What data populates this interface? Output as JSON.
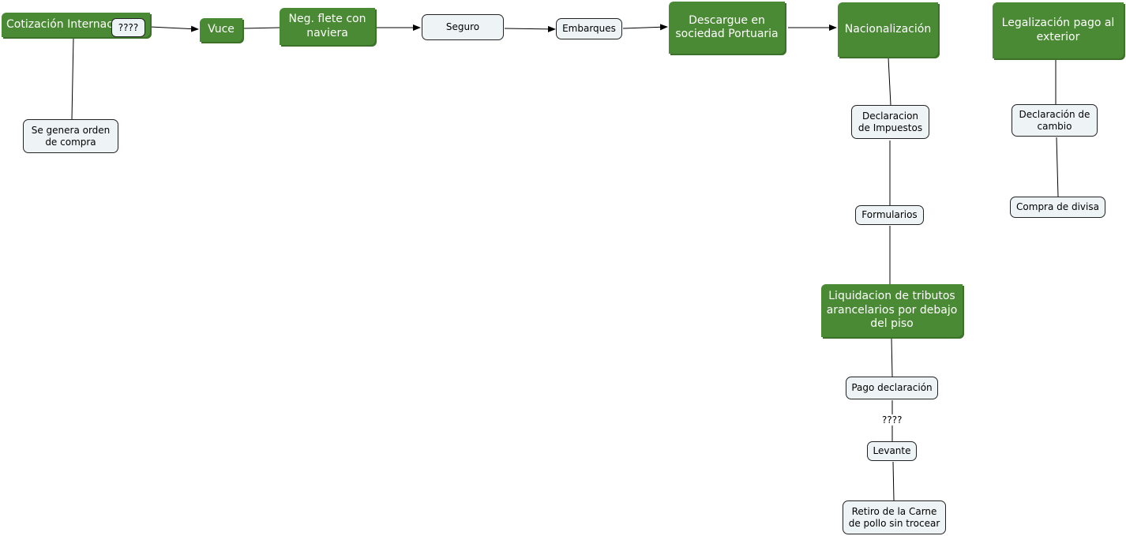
{
  "colors": {
    "node_fill": "#4a8a34",
    "box_fill": "#eef4f5",
    "line": "#000000"
  },
  "nodes": {
    "cotizacion": "Cotización Internacional",
    "vuce": "Vuce",
    "neg_flete": "Neg. flete con naviera",
    "seguro": "Seguro",
    "embarques": "Embarques",
    "descargue": "Descargue en sociedad Portuaria",
    "nacionalizacion": "Nacionalización",
    "legalizacion": "Legalización pago al exterior",
    "orden_compra": "Se genera orden de compra",
    "declaracion_impuestos": "Declaracion de Impuestos",
    "formularios": "Formularios",
    "liquidacion": "Liquidacion de tributos arancelarios por debajo del piso",
    "pago_declaracion": "Pago declaración",
    "levante": "Levante",
    "retiro": "Retiro de la Carne de pollo sin trocear",
    "declaracion_cambio": "Declaración de cambio",
    "compra_divisa": "Compra de divisa"
  },
  "link_labels": {
    "top": "????",
    "bottom": "????"
  }
}
